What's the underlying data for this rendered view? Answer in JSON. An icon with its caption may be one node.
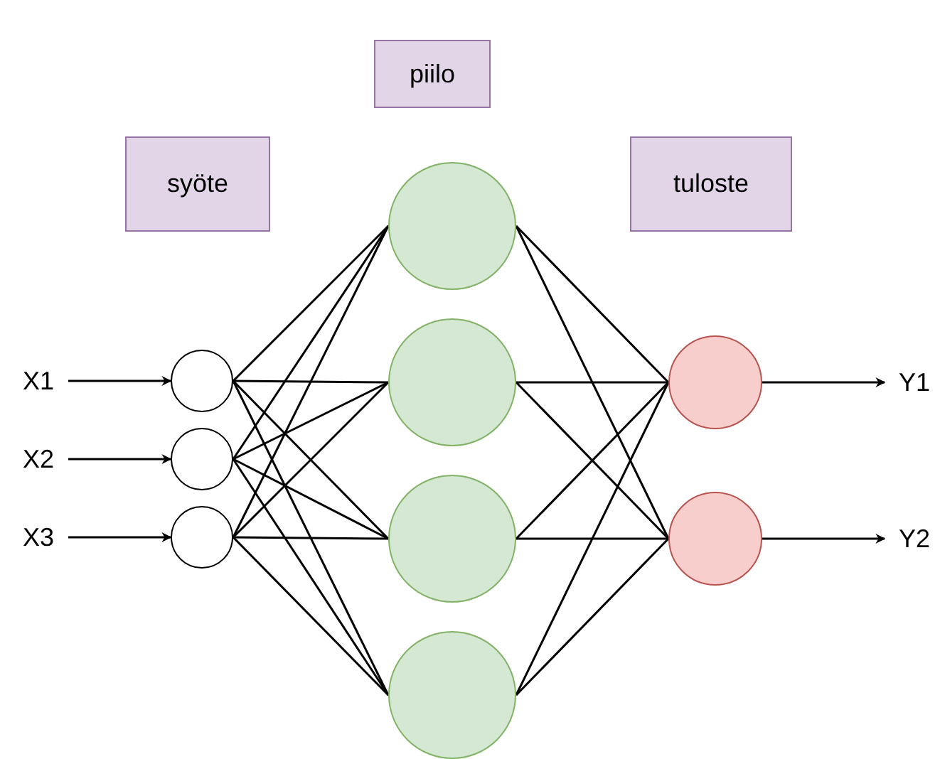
{
  "diagram": {
    "nodes": [
      {
        "text": [
          "piilo"
        ]
      },
      {
        "text": [
          "syöte"
        ]
      },
      {
        "text": [
          "tuloste"
        ]
      },
      {
        "text": [
          "X1"
        ]
      },
      {
        "text": [
          "X2"
        ]
      },
      {
        "text": [
          "X3"
        ]
      },
      {
        "text": [],
        "shape": "circle"
      },
      {
        "text": [],
        "shape": "circle"
      },
      {
        "text": [],
        "shape": "circle"
      },
      {
        "text": [],
        "shape": "circle"
      },
      {
        "text": [],
        "shape": "circle"
      },
      {
        "text": [],
        "shape": "circle"
      },
      {
        "text": [],
        "shape": "circle"
      },
      {
        "text": [],
        "shape": "circle"
      },
      {
        "text": [],
        "shape": "circle"
      },
      {
        "text": [
          "Y1"
        ]
      },
      {
        "text": [
          "Y2"
        ]
      }
    ],
    "edges": [
      {
        "from": 3,
        "to": 6,
        "arrow": "to"
      },
      {
        "from": 4,
        "to": 7,
        "arrow": "to"
      },
      {
        "from": 5,
        "to": 8,
        "arrow": "to"
      },
      {
        "from": 6,
        "to": 9,
        "arrow": "none"
      },
      {
        "from": 6,
        "to": 10,
        "arrow": "none"
      },
      {
        "from": 6,
        "to": 11,
        "arrow": "none"
      },
      {
        "from": 6,
        "to": 12,
        "arrow": "none"
      },
      {
        "from": 7,
        "to": 9,
        "arrow": "none"
      },
      {
        "from": 7,
        "to": 10,
        "arrow": "none"
      },
      {
        "from": 7,
        "to": 11,
        "arrow": "none"
      },
      {
        "from": 7,
        "to": 12,
        "arrow": "none"
      },
      {
        "from": 8,
        "to": 9,
        "arrow": "none"
      },
      {
        "from": 8,
        "to": 10,
        "arrow": "none"
      },
      {
        "from": 8,
        "to": 11,
        "arrow": "none"
      },
      {
        "from": 8,
        "to": 12,
        "arrow": "none"
      },
      {
        "from": 9,
        "to": 13,
        "arrow": "none"
      },
      {
        "from": 9,
        "to": 14,
        "arrow": "none"
      },
      {
        "from": 10,
        "to": 13,
        "arrow": "none"
      },
      {
        "from": 10,
        "to": 14,
        "arrow": "none"
      },
      {
        "from": 11,
        "to": 13,
        "arrow": "none"
      },
      {
        "from": 11,
        "to": 14,
        "arrow": "none"
      },
      {
        "from": 12,
        "to": 13,
        "arrow": "none"
      },
      {
        "from": 12,
        "to": 14,
        "arrow": "none"
      },
      {
        "from": 13,
        "to": 15,
        "arrow": "to"
      },
      {
        "from": 14,
        "to": 16,
        "arrow": "to"
      }
    ]
  }
}
